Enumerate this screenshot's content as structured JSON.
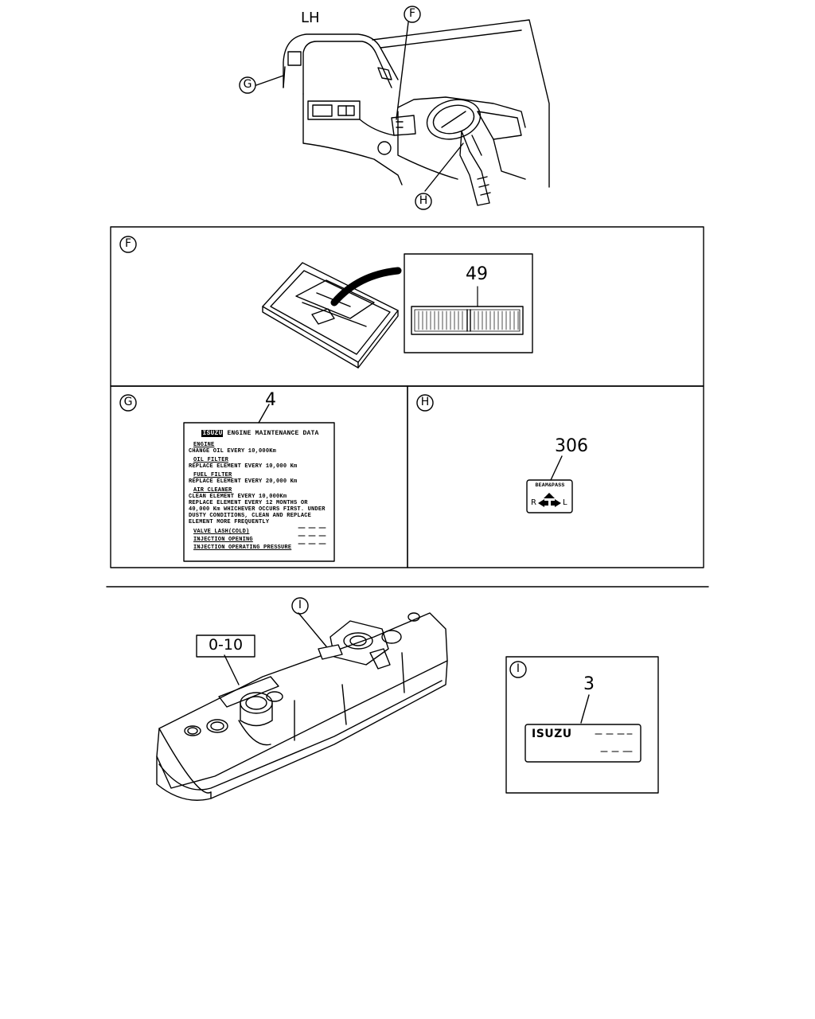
{
  "top_view": {
    "side_label": "LH",
    "callouts": {
      "f": "F",
      "g": "G",
      "h": "H"
    }
  },
  "panel_f": {
    "callout": "F",
    "part_no": "49"
  },
  "panel_g": {
    "callout": "G",
    "part_no": "4",
    "decal": {
      "title_brand": "ISUZU",
      "title": "ENGINE MAINTENANCE DATA",
      "sections": [
        {
          "heading": "ENGINE",
          "lines": [
            "CHANGE OIL EVERY 10,000Km"
          ]
        },
        {
          "heading": "OIL FILTER",
          "lines": [
            "REPLACE ELEMENT EVERY 10,000 Km"
          ]
        },
        {
          "heading": "FUEL FILTER",
          "lines": [
            "REPLACE ELEMENT EVERY 20,000 Km"
          ]
        },
        {
          "heading": "AIR CLEANER",
          "lines": [
            "CLEAN ELEMENT EVERY 10,000Km",
            "REPLACE ELEMENT EVERY 12 MONTHS OR",
            "40,000 Km WHICHEVER OCCURS FIRST. UNDER",
            "DUSTY CONDITIONS, CLEAN AND REPLACE",
            "ELEMENT MORE FREQUENTLY"
          ]
        }
      ],
      "specs": [
        "VALVE LASH(COLD)",
        "INJECTION OPENING",
        "INJECTION OPERATING PRESSURE"
      ]
    }
  },
  "panel_h": {
    "callout": "H",
    "part_no": "306",
    "decal": {
      "top_text": "BEAM&PASS",
      "left": "R",
      "right": "L"
    }
  },
  "engine_view": {
    "callout": "I",
    "part_no": "0-10"
  },
  "panel_i": {
    "callout": "I",
    "part_no": "3",
    "decal": {
      "brand": "ISUZU"
    }
  }
}
